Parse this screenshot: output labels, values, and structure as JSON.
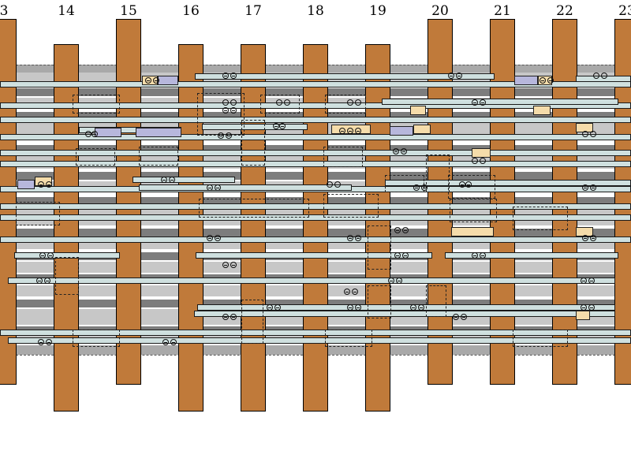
{
  "columns": [
    "3",
    "14",
    "15",
    "16",
    "17",
    "18",
    "19",
    "20",
    "21",
    "22",
    "23"
  ],
  "colors": {
    "pillar": "#c07a3a",
    "rail": "#cfe0df",
    "tag_yellow": "#f5dcaa",
    "tag_blue": "#b7b7dc",
    "gray_light": "#c7c7c7",
    "gray_mid": "#a9a9a9",
    "gray_dark": "#7d7d7d",
    "background": "#ffffff"
  },
  "icons": {
    "screw": "screw-icon",
    "pillar": "pillar-block"
  }
}
